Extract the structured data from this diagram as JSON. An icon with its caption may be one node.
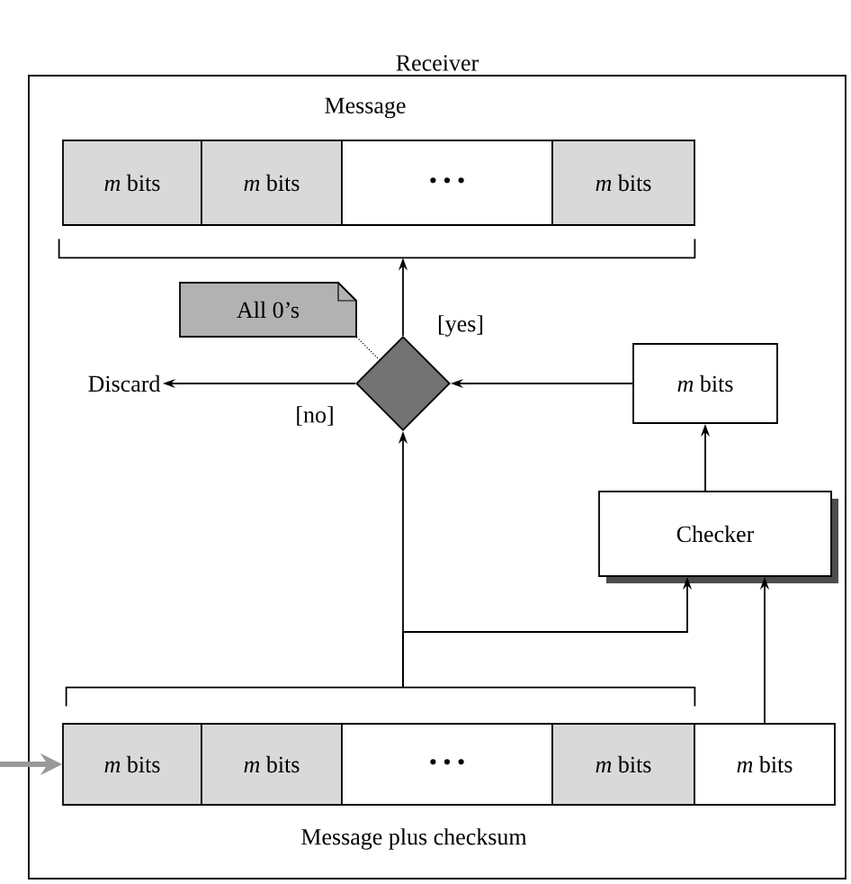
{
  "diagram": {
    "nodes": [
      {
        "text": [
          "Receiver"
        ]
      },
      {
        "text": [
          "*m* bits"
        ],
        "in": 0
      },
      {
        "text": [
          "*m* bits"
        ],
        "in": 0
      },
      {
        "text": [
          "• • •"
        ],
        "in": 0
      },
      {
        "text": [
          "*m* bits"
        ],
        "in": 0
      },
      {
        "text": [],
        "shape": "bracket",
        "in": 0
      },
      {
        "text": [
          "All 0’s"
        ],
        "in": 0
      },
      {
        "text": [
          "Discard"
        ],
        "in": 0
      },
      {
        "text": [],
        "shape": "diamond",
        "in": 0
      },
      {
        "text": [
          "*m* bits"
        ],
        "in": 0
      },
      {
        "text": [
          "Checker"
        ],
        "in": 0
      },
      {
        "text": [],
        "shape": "bracket",
        "in": 0
      },
      {
        "text": [
          "*m* bits"
        ],
        "in": 0
      },
      {
        "text": [
          "*m* bits"
        ],
        "in": 0
      },
      {
        "text": [
          "• • •"
        ],
        "in": 0
      },
      {
        "text": [
          "*m* bits"
        ],
        "in": 0
      },
      {
        "text": [
          "*m* bits"
        ],
        "in": 0
      }
    ],
    "edges": [
      {
        "from": 8,
        "to": 5,
        "arrow": "to",
        "label": "[yes]"
      },
      {
        "from": 8,
        "to": 7,
        "arrow": "to",
        "label": "[no]"
      },
      {
        "from": 9,
        "to": 8,
        "arrow": "to"
      },
      {
        "from": 10,
        "to": 9,
        "arrow": "to"
      },
      {
        "from": 11,
        "to": 8,
        "arrow": "to"
      },
      {
        "from": 11,
        "to": 10,
        "arrow": "to"
      },
      {
        "from": 16,
        "to": 10,
        "arrow": "to"
      },
      {
        "from": null,
        "to": 12,
        "arrow": "to",
        "style": "thick",
        "color": "#999999"
      },
      {
        "from": 6,
        "to": 8,
        "arrow": "none",
        "style": "dashed"
      }
    ],
    "labels": [
      "Message",
      "Message plus checksum"
    ]
  }
}
